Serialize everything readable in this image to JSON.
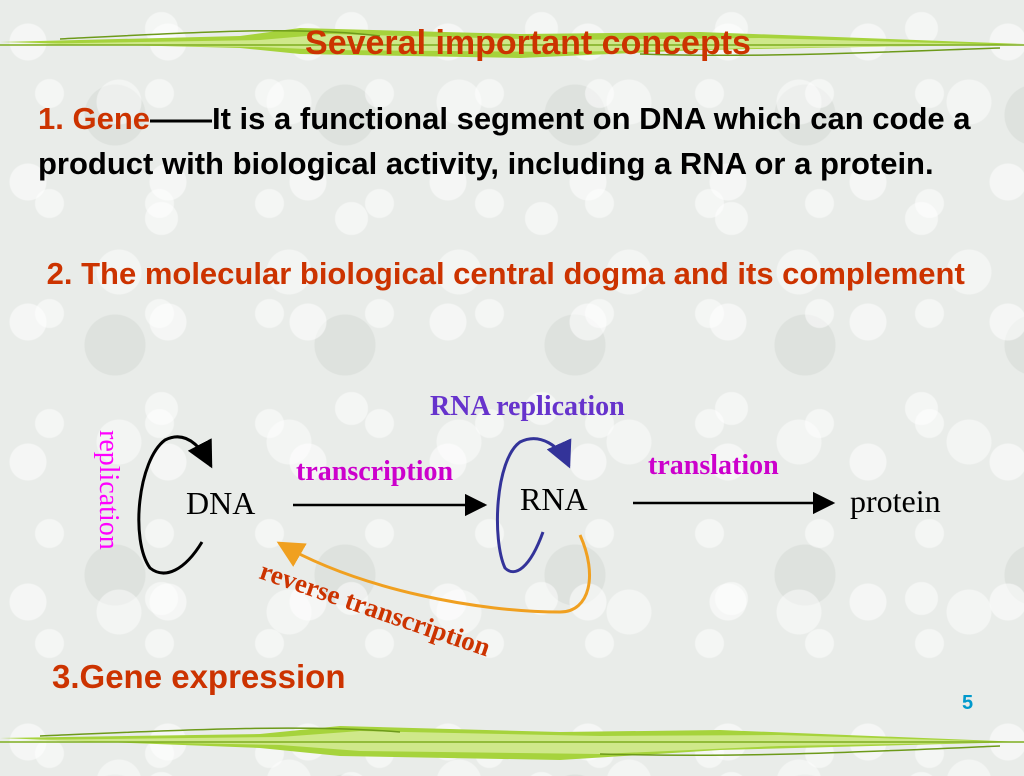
{
  "slide": {
    "title": "Several important concepts",
    "page_number": "5"
  },
  "concept1": {
    "label": "1. Gene",
    "dash": "——",
    "text": "It is a functional segment on DNA which can code a product with biological activity, including a RNA or a protein."
  },
  "concept2": {
    "text": "2.  The molecular biological central dogma  and its complement"
  },
  "concept3": {
    "text": "3.Gene expression"
  },
  "diagram": {
    "nodes": {
      "dna": "DNA",
      "rna": "RNA",
      "protein": "protein"
    },
    "edges": {
      "replication": "replication",
      "rna_replication": "RNA replication",
      "transcription": "transcription",
      "translation": "translation",
      "reverse_transcription": "reverse transcription"
    },
    "colors": {
      "node_text": "#000000",
      "replication_label": "#ff00ff",
      "rna_replication_label": "#6633cc",
      "transcription_label": "#cc00cc",
      "translation_label": "#cc00cc",
      "reverse_label": "#cc3300",
      "reverse_arrow": "#f0a020",
      "rna_loop_arrow": "#333399",
      "black_arrow": "#000000"
    }
  },
  "theme": {
    "heading_color": "#cc3300",
    "body_text_color": "#000000",
    "banner_green": "#99cc33",
    "page_number_color": "#0099cc"
  }
}
